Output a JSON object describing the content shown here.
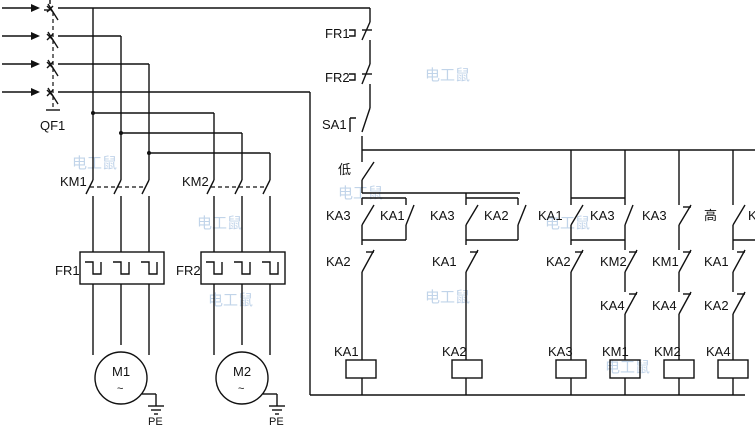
{
  "watermark": "电工鼠",
  "breaker": "QF1",
  "main_contactors": [
    "KM1",
    "KM2"
  ],
  "overloads": [
    "FR1",
    "FR2"
  ],
  "motors": [
    {
      "name": "M1",
      "symbol": "~"
    },
    {
      "name": "M2",
      "symbol": "~"
    }
  ],
  "ground": "PE",
  "control": {
    "fr1": "FR1",
    "fr2": "FR2",
    "sa1": "SA1",
    "low": "低",
    "high": "高",
    "contacts": {
      "c1_top": "KA3",
      "c1_top_par": "KA1",
      "c1_mid": "KA2",
      "c1_coil": "KA1",
      "c2_top": "KA3",
      "c2_top_par": "KA2",
      "c2_mid": "KA1",
      "c2_coil": "KA2",
      "c3_top": "KA1",
      "c3_top_par": "KA3",
      "c3_mid": "KA2",
      "c3_coil": "KA3",
      "c4_mid": "KM2",
      "c4_low": "KA4",
      "c4_coil": "KM1",
      "c5_top": "KA3",
      "c5_mid": "KM1",
      "c5_low": "KA4",
      "c5_coil": "KM2",
      "c6_mid": "KA1",
      "c6_low": "KA2",
      "c6_coil": "KA4",
      "c7_top": "K"
    }
  }
}
